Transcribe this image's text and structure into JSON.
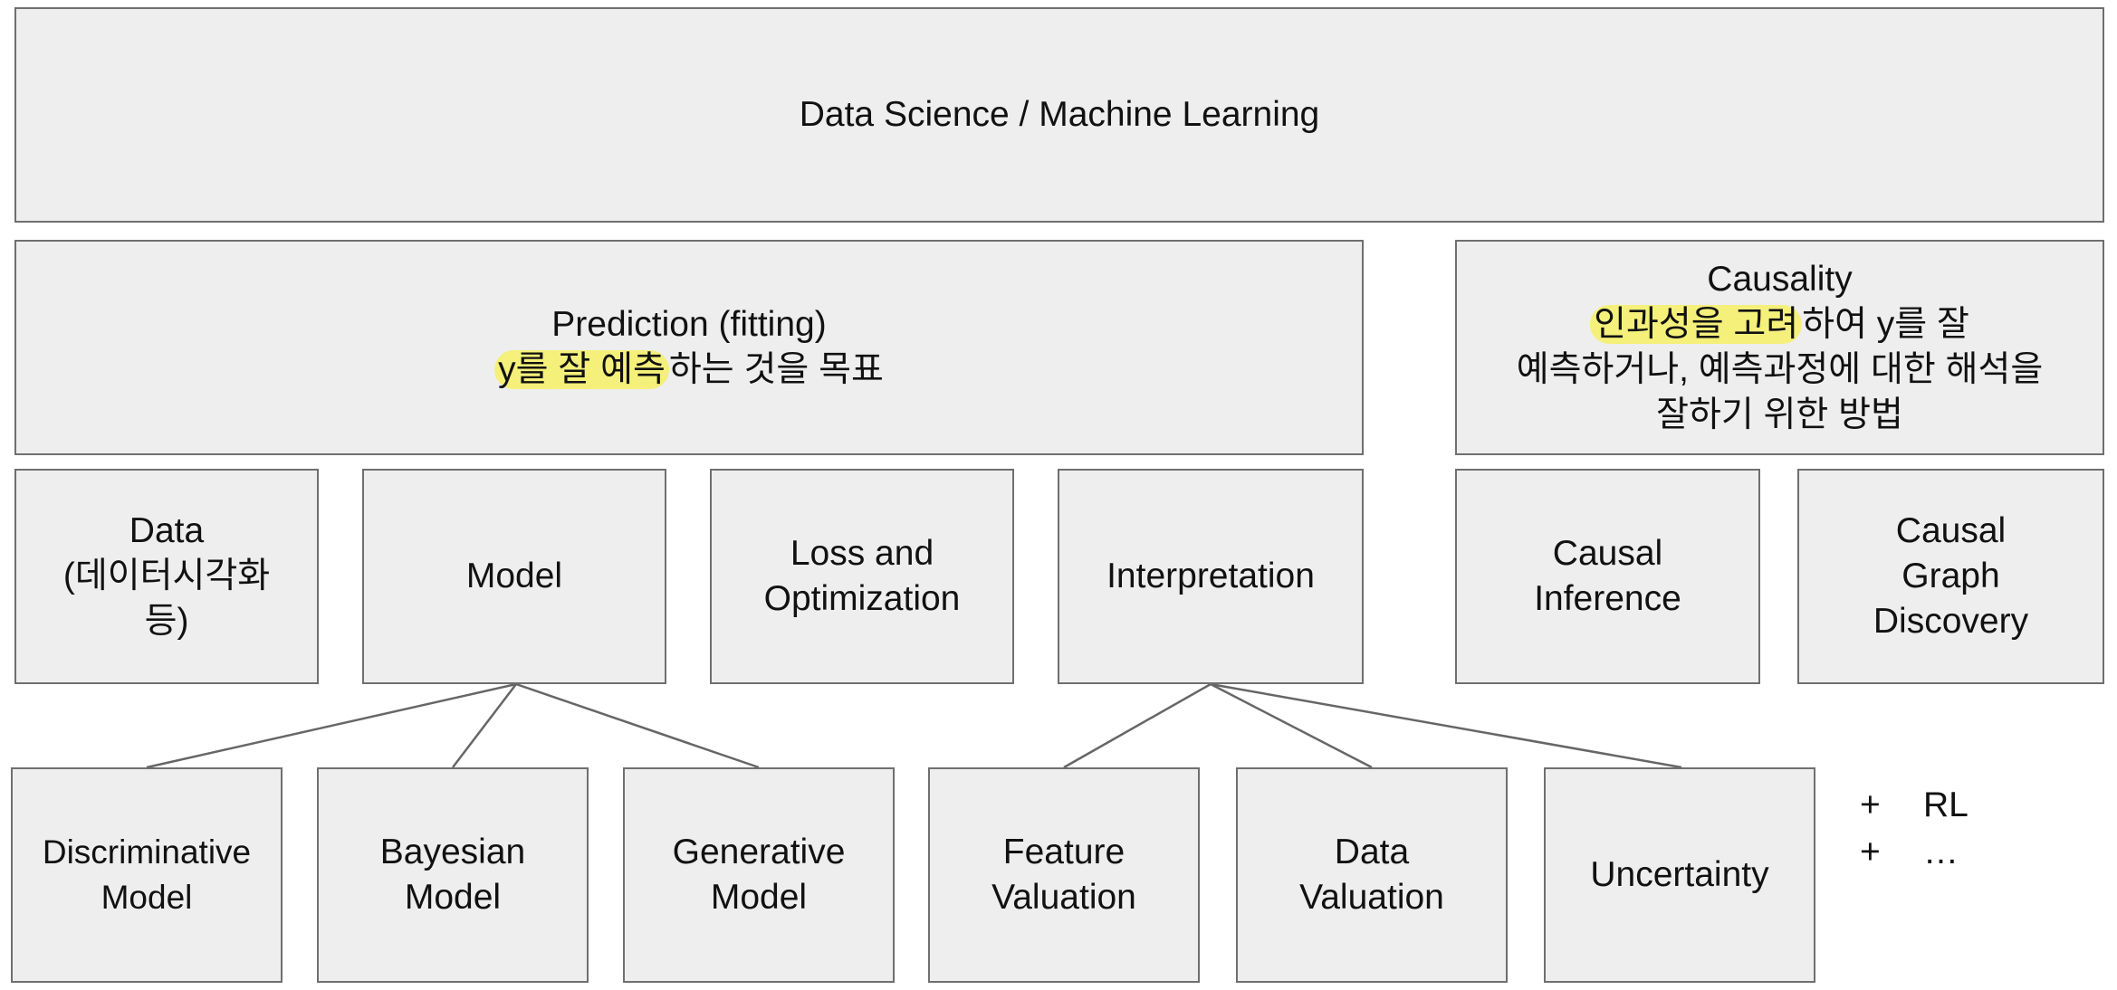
{
  "header": {
    "title": "Data Science / Machine Learning"
  },
  "prediction": {
    "title": "Prediction (fitting)",
    "desc_highlight": "y를 잘 예측",
    "desc_rest": "하는 것을 목표"
  },
  "causality": {
    "title": "Causality",
    "desc_highlight": "인과성을 고려",
    "desc_rest_1": "하여 y를 잘",
    "desc_line_2": "예측하거나, 예측과정에 대한 해석을",
    "desc_line_3": "잘하기 위한 방법"
  },
  "components": {
    "data": {
      "line1": "Data",
      "line2": "(데이터시각화",
      "line3": "등)"
    },
    "model": {
      "label": "Model"
    },
    "loss": {
      "line1": "Loss and",
      "line2": "Optimization"
    },
    "interpretation": {
      "label": "Interpretation"
    },
    "causal_inference": {
      "line1": "Causal",
      "line2": "Inference"
    },
    "causal_graph": {
      "line1": "Causal",
      "line2": "Graph",
      "line3": "Discovery"
    }
  },
  "leaves": {
    "discriminative": {
      "line1": "Discriminative",
      "line2": "Model"
    },
    "bayesian": {
      "line1": "Bayesian",
      "line2": "Model"
    },
    "generative": {
      "line1": "Generative",
      "line2": "Model"
    },
    "feature_valuation": {
      "line1": "Feature",
      "line2": "Valuation"
    },
    "data_valuation": {
      "line1": "Data",
      "line2": "Valuation"
    },
    "uncertainty": {
      "label": "Uncertainty"
    }
  },
  "extras": [
    {
      "sign": "+",
      "label": "RL"
    },
    {
      "sign": "+",
      "label": "…"
    }
  ],
  "colors": {
    "box_fill": "#eeeeee",
    "border": "#6f6f6f",
    "highlight": "#f4f07a",
    "connector": "#666666"
  }
}
